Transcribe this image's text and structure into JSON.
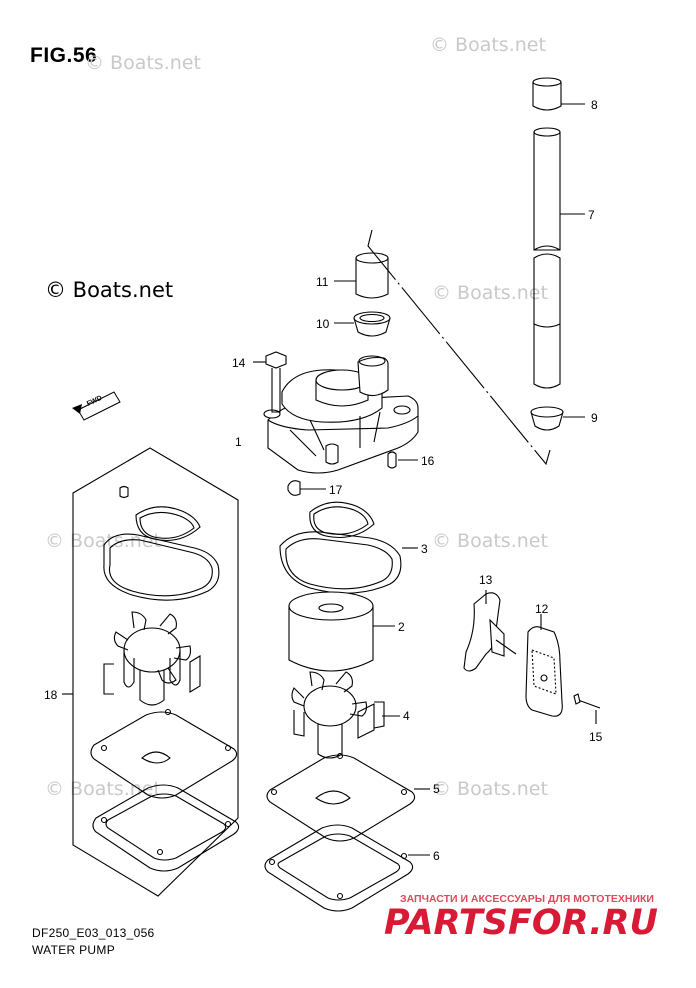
{
  "figure": {
    "title": "FIG.56",
    "code": "DF250_E03_013_056",
    "name": "WATER PUMP"
  },
  "watermark": {
    "main": "© Boats.net",
    "faint": "© Boats.net"
  },
  "direction_label": "FWD",
  "callouts": [
    "1",
    "2",
    "3",
    "4",
    "5",
    "6",
    "7",
    "8",
    "9",
    "10",
    "11",
    "12",
    "13",
    "14",
    "15",
    "16",
    "17",
    "18"
  ],
  "brand": {
    "tagline": "ЗАПЧАСТИ И АКСЕССУАРЫ ДЛЯ МОТОТЕХНИКИ",
    "name": "PARTSFOR.RU",
    "color": "#d91a36"
  }
}
